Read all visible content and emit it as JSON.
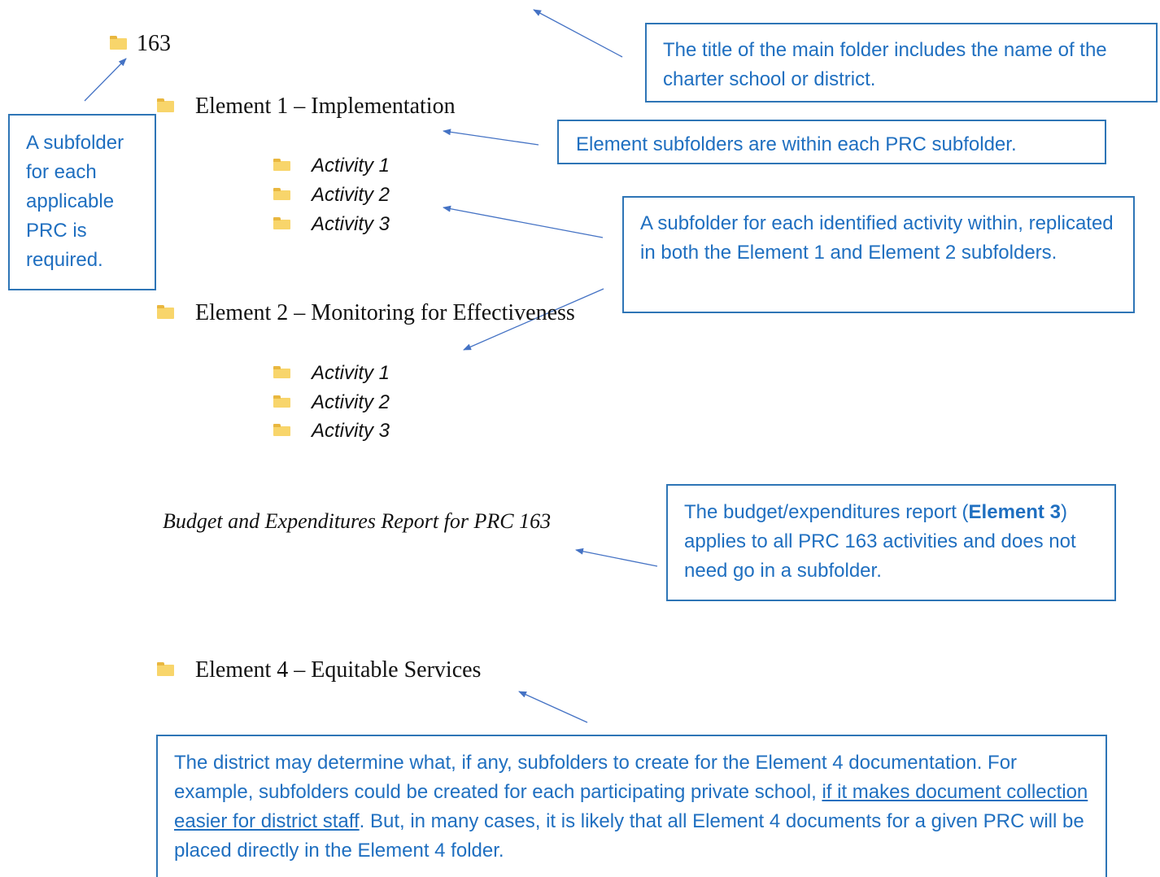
{
  "tree": {
    "root": "163",
    "element1": "Element 1 – Implementation",
    "element1_activities": [
      "Activity 1",
      "Activity 2",
      "Activity 3"
    ],
    "element2": "Element 2 – Monitoring for Effectiveness",
    "element2_activities": [
      "Activity 1",
      "Activity 2",
      "Activity 3"
    ],
    "budget_report": "Budget and Expenditures Report for PRC 163",
    "element4": "Element 4 – Equitable Services"
  },
  "callouts": {
    "main_folder": "The title of the main folder includes the name of the charter school or district.",
    "prc_subfolder": "A subfolder for each applicable PRC is required.",
    "element_subfolders": "Element subfolders are within each PRC subfolder.",
    "activity_subfolders": "A subfolder for each identified activity within, replicated in both the Element 1 and Element 2 subfolders.",
    "budget": {
      "before": "The budget/expenditures report (",
      "bold": "Element 3",
      "after": ") applies to all PRC 163 activities and does not need go in a subfolder."
    },
    "element4": {
      "before": "The district may determine what, if any, subfolders to create for the Element 4 documentation. For example, subfolders could be created for each participating private school, ",
      "underlined": "if it makes document collection easier for district staff",
      "after": ". But, in many cases, it is likely that all Element 4 documents for a given PRC will be placed directly in the Element 4 folder."
    }
  },
  "colors": {
    "callout_border": "#2e75b6",
    "callout_text": "#1f6fc0",
    "arrow": "#4472c4",
    "folder": "#f8d56b"
  }
}
